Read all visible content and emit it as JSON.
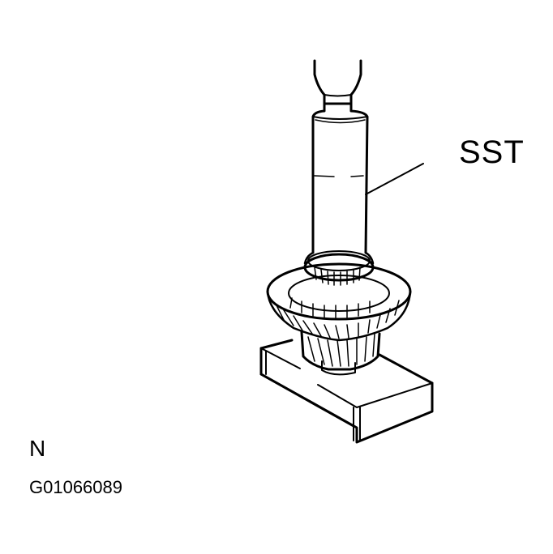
{
  "diagram": {
    "callout_label": "SST",
    "view_letter": "N",
    "figure_code": "G01066089",
    "components": [
      "special service tool (press shaft)",
      "bearing",
      "helical gear",
      "support block"
    ],
    "colors": {
      "line": "#000000",
      "background": "#ffffff"
    }
  }
}
